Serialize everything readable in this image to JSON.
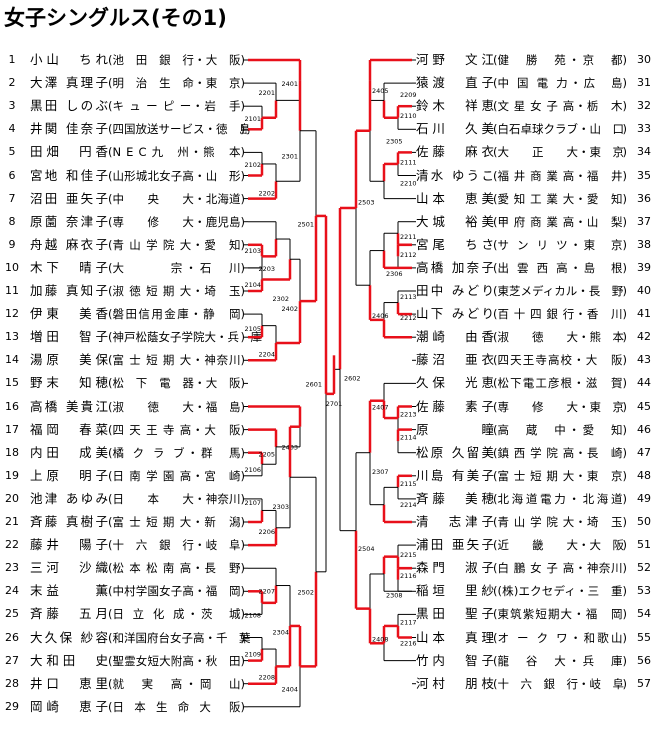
{
  "title": "女子シングルス(その1)",
  "colors": {
    "winner_line": "#e8101a",
    "bracket_line": "#000000"
  },
  "left_players": [
    {
      "seed": "1",
      "name": "小山　ちれ",
      "affiliation": "池　田　銀　行・大　阪"
    },
    {
      "seed": "2",
      "name": "大澤 真理子",
      "affiliation": "明　治　生　命・東　京"
    },
    {
      "seed": "3",
      "name": "黒田 しのぶ",
      "affiliation": "キ ュ ー ピ ー・岩　手"
    },
    {
      "seed": "4",
      "name": "井関 佳奈子",
      "affiliation": "四国放送サービス・徳　島"
    },
    {
      "seed": "5",
      "name": "田畑　円香",
      "affiliation": "N E C 九　州・熊　本"
    },
    {
      "seed": "6",
      "name": "宮地 和佳子",
      "affiliation": "山形城北女子高・山　形"
    },
    {
      "seed": "7",
      "name": "沼田 亜矢子",
      "affiliation": "中　　央　　大・北海道"
    },
    {
      "seed": "8",
      "name": "原薗 奈津子",
      "affiliation": "専　　修　　大・鹿児島"
    },
    {
      "seed": "9",
      "name": "舟越 麻衣子",
      "affiliation": "青 山 学 院 大・愛　知"
    },
    {
      "seed": "10",
      "name": "木下　晴子",
      "affiliation": "大　　　宗・石　川"
    },
    {
      "seed": "11",
      "name": "加藤 真知子",
      "affiliation": "淑 徳 短 期 大・埼　玉"
    },
    {
      "seed": "12",
      "name": "伊東　美香",
      "affiliation": "磐田信用金庫・静　岡"
    },
    {
      "seed": "13",
      "name": "増田　智子",
      "affiliation": "神戸松蔭女子学院大・兵　庫"
    },
    {
      "seed": "14",
      "name": "湯原　美保",
      "affiliation": "富 士 短 期 大・神奈川"
    },
    {
      "seed": "15",
      "name": "野末　知穂",
      "affiliation": "松　下　電　器・大　阪"
    },
    {
      "seed": "16",
      "name": "高橋 美貴江",
      "affiliation": "淑　　徳　　大・福　島"
    },
    {
      "seed": "17",
      "name": "福岡　春菜",
      "affiliation": "四 天 王 寺 高・大　阪"
    },
    {
      "seed": "18",
      "name": "内田　成美",
      "affiliation": "橘 ク ラ ブ・群　馬"
    },
    {
      "seed": "19",
      "name": "上原　明子",
      "affiliation": "日 南 学 園 高・宮　崎"
    },
    {
      "seed": "20",
      "name": "池津 あゆみ",
      "affiliation": "日　　本　　大・神奈川"
    },
    {
      "seed": "21",
      "name": "斉藤 真樹子",
      "affiliation": "富 士 短 期 大・新　潟"
    },
    {
      "seed": "22",
      "name": "藤井　陽子",
      "affiliation": "十　六　銀　行・岐　阜"
    },
    {
      "seed": "23",
      "name": "三河　沙織",
      "affiliation": "松 本 松 南 高・長　野"
    },
    {
      "seed": "24",
      "name": "末益　　薫",
      "affiliation": "中村学園女子高・福　岡"
    },
    {
      "seed": "25",
      "name": "斉藤　五月",
      "affiliation": "日 立 化 成・茨　城"
    },
    {
      "seed": "26",
      "name": "大久保 紗容",
      "affiliation": "和洋国府台女子高・千　葉"
    },
    {
      "seed": "27",
      "name": "大和田　史",
      "affiliation": "聖霊女短大附高・秋　田"
    },
    {
      "seed": "28",
      "name": "井口　恵里",
      "affiliation": "就　実　高・岡　山"
    },
    {
      "seed": "29",
      "name": "岡崎　恵子",
      "affiliation": "日 本 生 命 大　阪"
    }
  ],
  "right_players": [
    {
      "seed": "30",
      "name": "河野　文江",
      "affiliation": "健　勝　苑・京　都"
    },
    {
      "seed": "31",
      "name": "猿渡　直子",
      "affiliation": "中 国 電 力・広　島"
    },
    {
      "seed": "32",
      "name": "鈴木　祥恵",
      "affiliation": "文 星 女 子 高・栃　木"
    },
    {
      "seed": "33",
      "name": "石川　久美",
      "affiliation": "白石卓球クラブ・山　口"
    },
    {
      "seed": "34",
      "name": "佐藤　麻衣",
      "affiliation": "大　　正　　大・東　京"
    },
    {
      "seed": "35",
      "name": "清水 ゆうこ",
      "affiliation": "福 井 商 業 高・福　井"
    },
    {
      "seed": "36",
      "name": "山本　恵美",
      "affiliation": "愛 知 工 業 大・愛　知"
    },
    {
      "seed": "37",
      "name": "大城　裕美",
      "affiliation": "甲 府 商 業 高・山　梨"
    },
    {
      "seed": "38",
      "name": "宮尾　ちさ",
      "affiliation": "サ ン リ ツ・東　京"
    },
    {
      "seed": "39",
      "name": "高橋 加奈子",
      "affiliation": "出 雲 西 高・島　根"
    },
    {
      "seed": "40",
      "name": "田中 みどり",
      "affiliation": "東芝メディカル・長　野"
    },
    {
      "seed": "41",
      "name": "山下 みどり",
      "affiliation": "百 十 四 銀 行・香　川"
    },
    {
      "seed": "42",
      "name": "潮崎　由香",
      "affiliation": "淑　　徳　　大・熊　本"
    },
    {
      "seed": "43",
      "name": "藤沼　亜衣",
      "affiliation": "四天王寺高校・大　阪"
    },
    {
      "seed": "44",
      "name": "久保　光恵",
      "affiliation": "松下電工彦根・滋　賀"
    },
    {
      "seed": "45",
      "name": "佐藤　素子",
      "affiliation": "専　　修　　大・東　京"
    },
    {
      "seed": "46",
      "name": "原　　瞳",
      "affiliation": "高　蔵　中・愛　知"
    },
    {
      "seed": "47",
      "name": "松原 久留美",
      "affiliation": "鎮 西 学 院 高・長　崎"
    },
    {
      "seed": "48",
      "name": "川島 有美子",
      "affiliation": "富 士 短 期 大・東　京"
    },
    {
      "seed": "49",
      "name": "斉藤　美穂",
      "affiliation": "北海道電力・北海道"
    },
    {
      "seed": "50",
      "name": "清　志津子",
      "affiliation": "青 山 学 院 大・埼　玉"
    },
    {
      "seed": "51",
      "name": "浦田 亜矢子",
      "affiliation": "近　　畿　　大・大　阪"
    },
    {
      "seed": "52",
      "name": "森門　淑子",
      "affiliation": "白 鵬 女 子 高・神奈川"
    },
    {
      "seed": "53",
      "name": "稲垣　里紗",
      "affiliation": "(株)エクセディ・三　重"
    },
    {
      "seed": "54",
      "name": "黒田　聖子",
      "affiliation": "東筑紫短期大・福　岡"
    },
    {
      "seed": "55",
      "name": "山本　真理",
      "affiliation": "オ ー ク ワ・和歌山"
    },
    {
      "seed": "56",
      "name": "竹内　智子",
      "affiliation": "龍　谷　大・兵　庫"
    },
    {
      "seed": "57",
      "name": "河村　朋枝",
      "affiliation": "十　六　銀　行・岐　阜"
    }
  ],
  "match_labels": [
    "2101",
    "2102",
    "2103",
    "2104",
    "2105",
    "2106",
    "2107",
    "2108",
    "2109",
    "2110",
    "2111",
    "2112",
    "2113",
    "2114",
    "2115",
    "2116",
    "2117",
    "2201",
    "2202",
    "2203",
    "2204",
    "2205",
    "2206",
    "2207",
    "2208",
    "2209",
    "2210",
    "2211",
    "2212",
    "2213",
    "2214",
    "2215",
    "2216",
    "2301",
    "2302",
    "2303",
    "2304",
    "2305",
    "2306",
    "2307",
    "2308",
    "2401",
    "2402",
    "2403",
    "2404",
    "2405",
    "2406",
    "2407",
    "2408",
    "2501",
    "2502",
    "2503",
    "2504",
    "2601",
    "2602",
    "2701"
  ]
}
